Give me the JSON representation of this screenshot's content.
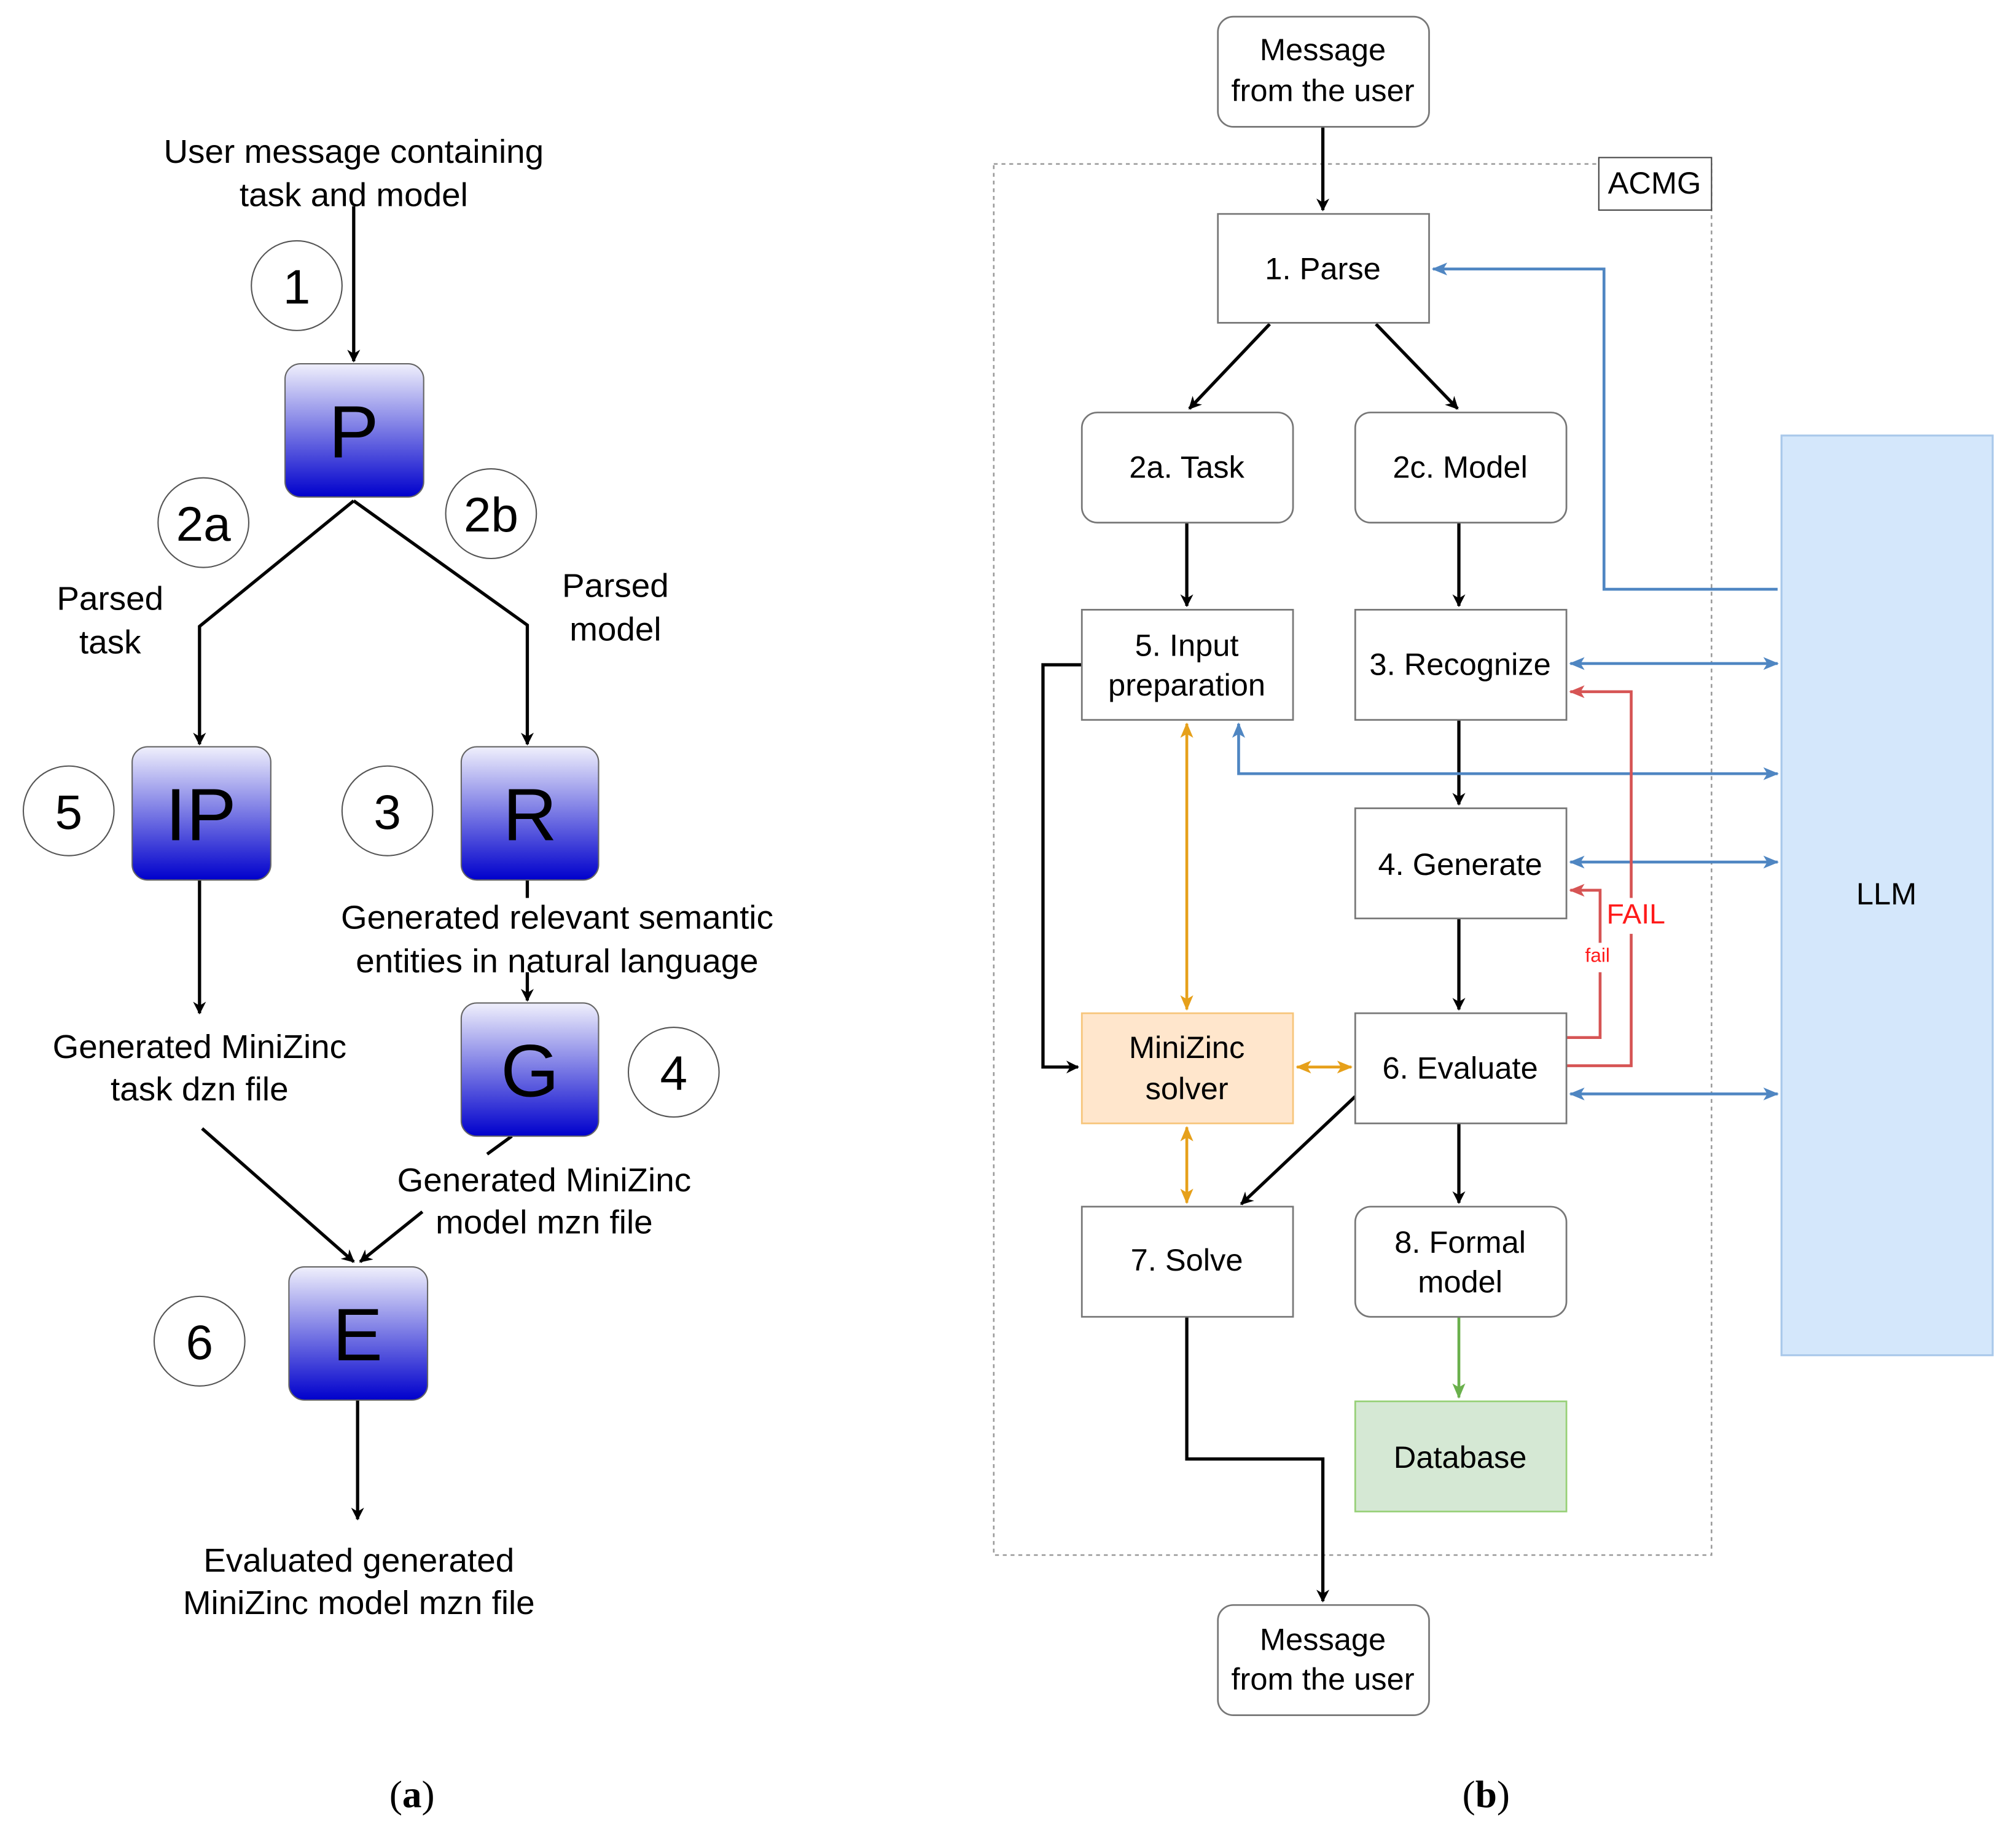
{
  "panel_a": {
    "caption": "a",
    "input_text": [
      "User message containing",
      "task and model"
    ],
    "steps": [
      {
        "id": "P",
        "letter": "P",
        "number": "1"
      },
      {
        "id": "IP",
        "letter": "IP",
        "number": "5"
      },
      {
        "id": "R",
        "letter": "R",
        "number": "3"
      },
      {
        "id": "G",
        "letter": "G",
        "number": "4"
      },
      {
        "id": "E",
        "letter": "E",
        "number": "6"
      }
    ],
    "branch_numbers": {
      "left": "2a",
      "right": "2b"
    },
    "edge_labels": {
      "parsed_task": [
        "Parsed",
        "task"
      ],
      "parsed_model": [
        "Parsed",
        "model"
      ],
      "semantic_entities": [
        "Generated relevant semantic",
        "entities in natural language"
      ],
      "task_dzn": [
        "Generated MiniZinc",
        "task dzn file"
      ],
      "model_mzn": [
        "Generated MiniZinc",
        "model mzn file"
      ],
      "output": [
        "Evaluated generated",
        "MiniZinc model mzn file"
      ]
    },
    "colors": {
      "box_top": "#f0f0fc",
      "box_bottom": "#0000cc"
    }
  },
  "panel_b": {
    "caption": "b",
    "container_label": "ACMG",
    "nodes": {
      "msg_in": [
        "Message",
        "from the user"
      ],
      "parse": [
        "1. Parse"
      ],
      "task": [
        "2a. Task"
      ],
      "model": [
        "2c. Model"
      ],
      "input_prep": [
        "5. Input",
        "preparation"
      ],
      "recognize": [
        "3. Recognize"
      ],
      "generate": [
        "4. Generate"
      ],
      "minizinc": [
        "MiniZinc",
        "solver"
      ],
      "evaluate": [
        "6. Evaluate"
      ],
      "solve": [
        "7. Solve"
      ],
      "formal": [
        "8. Formal",
        "model"
      ],
      "database": [
        "Database"
      ],
      "msg_out": [
        "Message",
        "from the user"
      ],
      "llm": [
        "LLM"
      ]
    },
    "fail_labels": {
      "big": "FAIL",
      "small": "fail"
    },
    "colors": {
      "llm_fill": "#d4e7fb",
      "llm_stroke": "#a9c8ea",
      "blue_edge": "#4f86c2",
      "red_edge": "#d65454",
      "red_text": "#ff1a1a",
      "orange_edge": "#e6a01a",
      "green_edge": "#6ab04c",
      "minizinc_fill": "#ffe6cc",
      "minizinc_stroke": "#f7c57a",
      "db_fill": "#d5e8d4",
      "db_stroke": "#97d077"
    }
  }
}
